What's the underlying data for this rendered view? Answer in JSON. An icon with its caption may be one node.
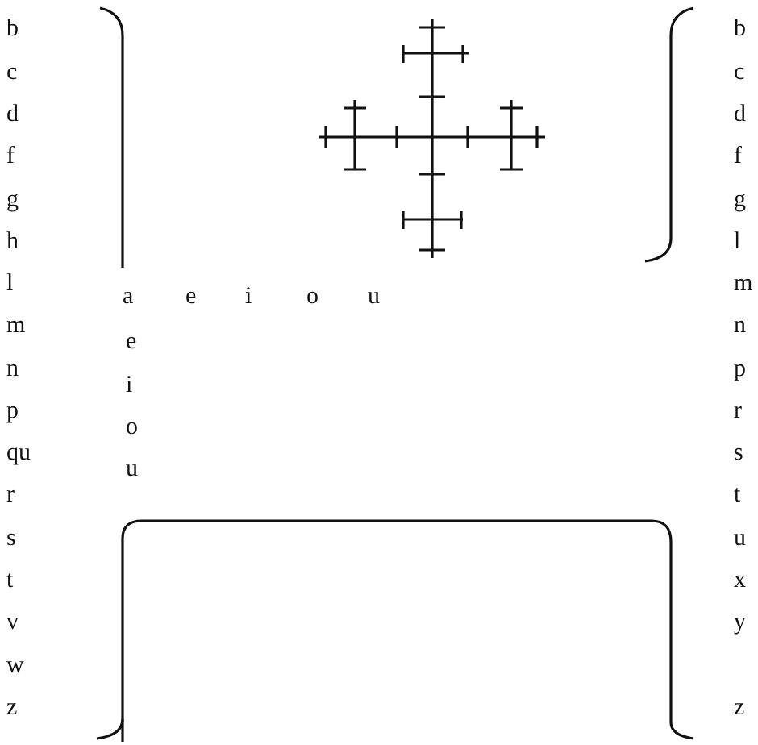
{
  "diagram": {
    "labels": [
      "b",
      "c",
      "d",
      "f",
      "g",
      "h",
      "l",
      "m",
      "n",
      "p",
      "qu",
      "r",
      "s",
      "t",
      "v",
      "w",
      "z",
      "a",
      "e",
      "i",
      "o",
      "u",
      "e",
      "i",
      "o",
      "u",
      "b",
      "c",
      "d",
      "f",
      "g",
      "l",
      "m",
      "n",
      "p",
      "r",
      "s",
      "t",
      "u",
      "x",
      "y",
      "z"
    ]
  }
}
